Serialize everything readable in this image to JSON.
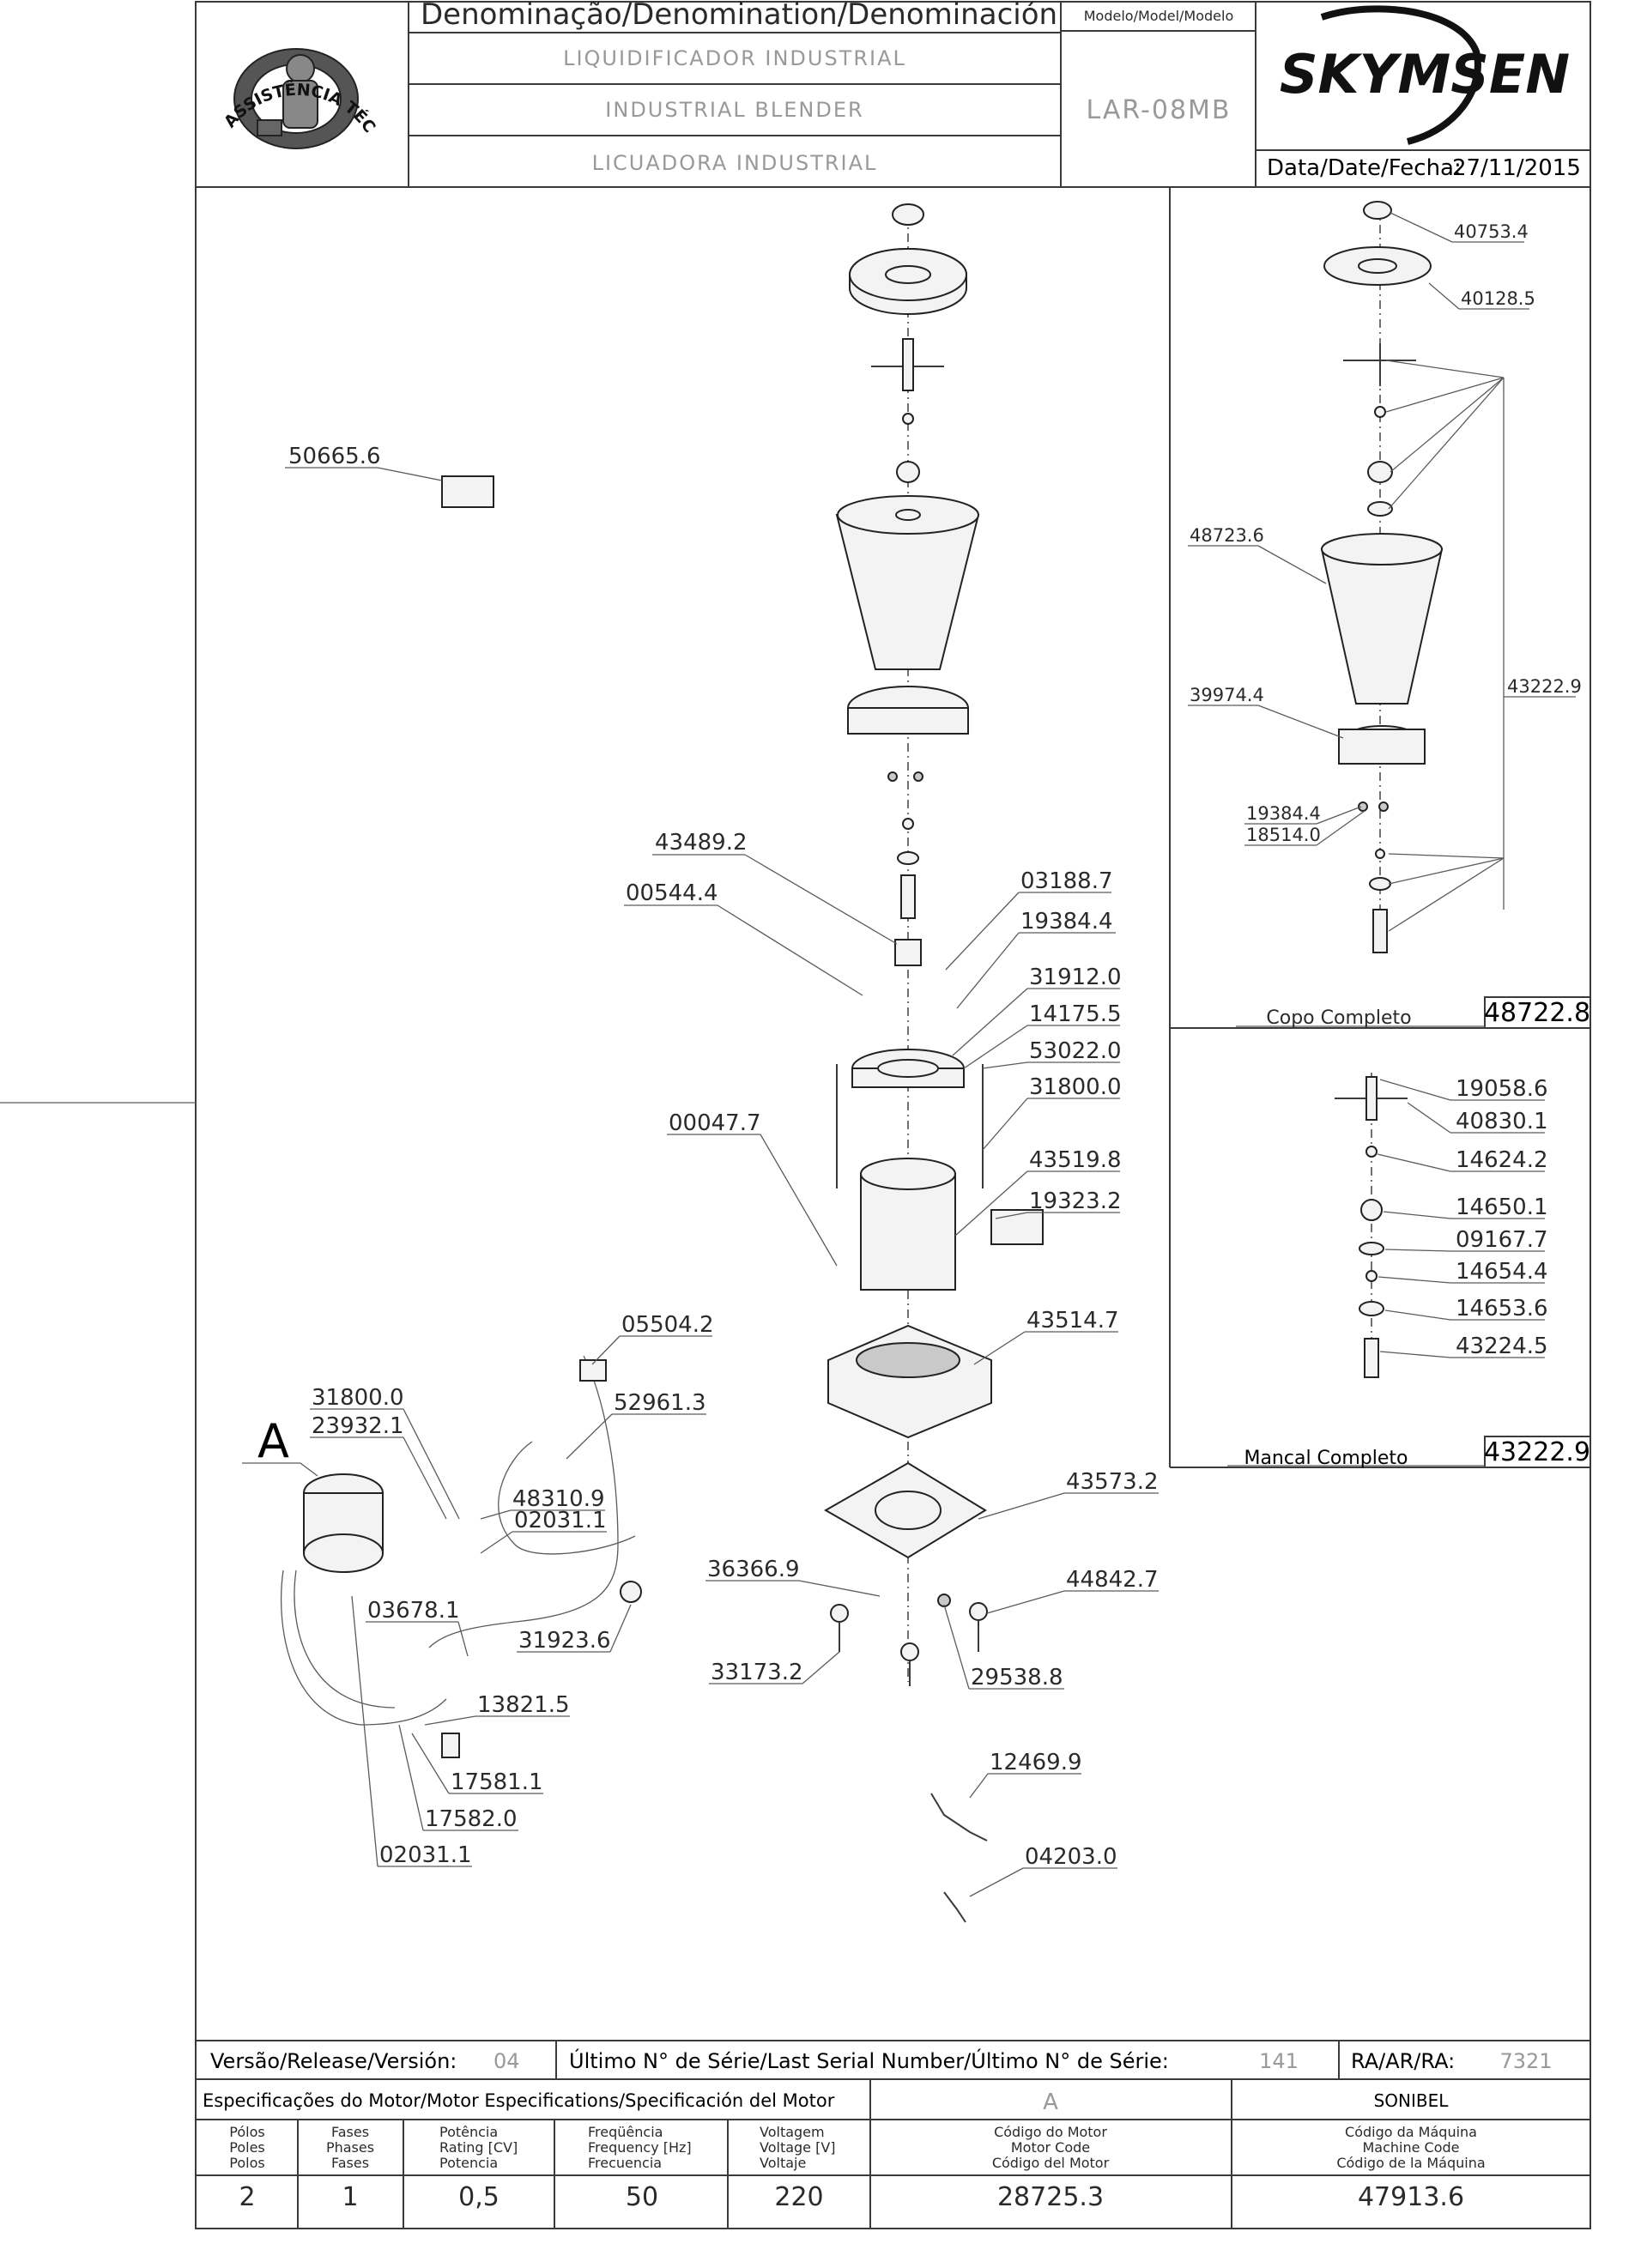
{
  "header": {
    "badge_text": "ASSISTÊNCIA TÉCNICA AUTORIZADA",
    "denomination_label": "Denominação/Denomination/Denominación",
    "names": [
      "LIQUIDIFICADOR INDUSTRIAL",
      "INDUSTRIAL BLENDER",
      "LICUADORA INDUSTRIAL"
    ],
    "model_label": "Modelo/Model/Modelo",
    "model": "LAR-08MB",
    "brand": "SKYMSEN",
    "date_label": "Data/Date/Fecha:",
    "date": "27/11/2015"
  },
  "callouts": {
    "main": [
      "50665.6",
      "43489.2",
      "00544.4",
      "03188.7",
      "19384.4",
      "31912.0",
      "14175.5",
      "53022.0",
      "31800.0",
      "00047.7",
      "43519.8",
      "19323.2",
      "05504.2",
      "52961.3",
      "43514.7",
      "31800.0",
      "23932.1",
      "48310.9",
      "02031.1",
      "03678.1",
      "31923.6",
      "13821.5",
      "17581.1",
      "17582.0",
      "02031.1",
      "43573.2",
      "36366.9",
      "44842.7",
      "33173.2",
      "29538.8",
      "12469.9",
      "04203.0"
    ],
    "view_a_label": "A",
    "copo": [
      "40753.4",
      "40128.5",
      "48723.6",
      "43222.9",
      "39974.4",
      "19384.4",
      "18514.0"
    ],
    "mancal": [
      "19058.6",
      "40830.1",
      "14624.2",
      "14650.1",
      "09167.7",
      "14654.4",
      "14653.6",
      "43224.5"
    ]
  },
  "panels": {
    "copo_label": "Copo Completo",
    "copo_code": "48722.8",
    "mancal_label": "Mancal Completo",
    "mancal_code": "43222.9"
  },
  "footer": {
    "version_label": "Versão/Release/Versión:",
    "version": "04",
    "serial_label": "Último N° de Série/Last Serial Number/Último N° de Série:",
    "serial": "141",
    "ra_label": "RA/AR/RA:",
    "ra": "7321",
    "motor_spec_label": "Especificações do Motor/Motor Especifications/Specificación del Motor",
    "motor_type": "A",
    "motor_brand": "SONIBEL",
    "cols": [
      {
        "h": [
          "Pólos",
          "Poles",
          "Polos"
        ],
        "v": "2"
      },
      {
        "h": [
          "Fases",
          "Phases",
          "Fases"
        ],
        "v": "1"
      },
      {
        "h": [
          "Potência",
          "Rating [CV]",
          "Potencia"
        ],
        "v": "0,5"
      },
      {
        "h": [
          "Freqüência",
          "Frequency [Hz]",
          "Frecuencia"
        ],
        "v": "50"
      },
      {
        "h": [
          "Voltagem",
          "Voltage [V]",
          "Voltaje"
        ],
        "v": "220"
      },
      {
        "h": [
          "Código do Motor",
          "Motor Code",
          "Código del Motor"
        ],
        "v": "28725.3"
      },
      {
        "h": [
          "Código da Máquina",
          "Machine Code",
          "Código de la Máquina"
        ],
        "v": "47913.6"
      }
    ]
  }
}
